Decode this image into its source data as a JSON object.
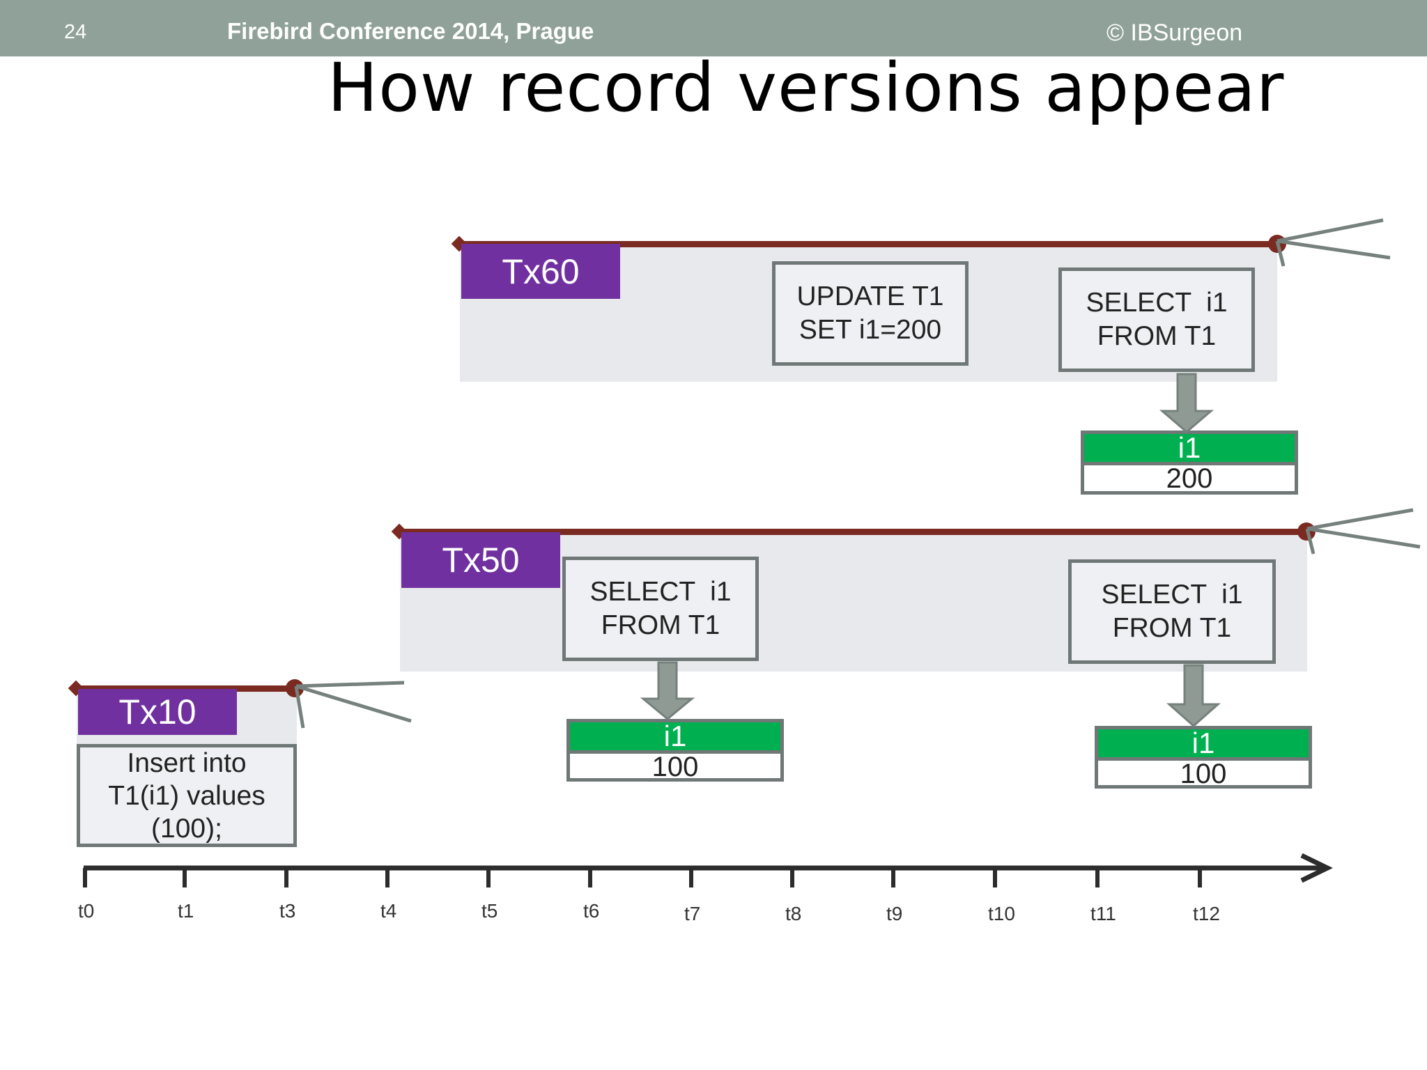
{
  "header": {
    "page_number": "24",
    "conference": "Firebird Conference 2014, Prague",
    "copyright": "© IBSurgeon"
  },
  "title": "How record versions appear",
  "transactions": {
    "tx60": {
      "label": "Tx60",
      "update": {
        "line1": "UPDATE T1",
        "line2": "SET i1=200"
      },
      "select": {
        "line1": "SELECT  i1",
        "line2": "FROM T1"
      },
      "result": {
        "field": "i1",
        "value": "200"
      }
    },
    "tx50": {
      "label": "Tx50",
      "select1": {
        "line1": "SELECT  i1",
        "line2": "FROM T1"
      },
      "result1": {
        "field": "i1",
        "value": "100"
      },
      "select2": {
        "line1": "SELECT  i1",
        "line2": "FROM T1"
      },
      "result2": {
        "field": "i1",
        "value": "100"
      }
    },
    "tx10": {
      "label": "Tx10",
      "insert": {
        "line1": "Insert into",
        "line2": "T1(i1) values",
        "line3": "(100);"
      }
    }
  },
  "timeline": {
    "ticks": [
      "t0",
      "t1",
      "t3",
      "t4",
      "t5",
      "t6",
      "t7",
      "t8",
      "t9",
      "t10",
      "t11",
      "t12"
    ]
  },
  "colors": {
    "header_bg": "#8fa199",
    "tx_label": "#7030a0",
    "tx_line": "#7a2a20",
    "record_header": "#00b050",
    "arrow": "#8e9a93"
  }
}
